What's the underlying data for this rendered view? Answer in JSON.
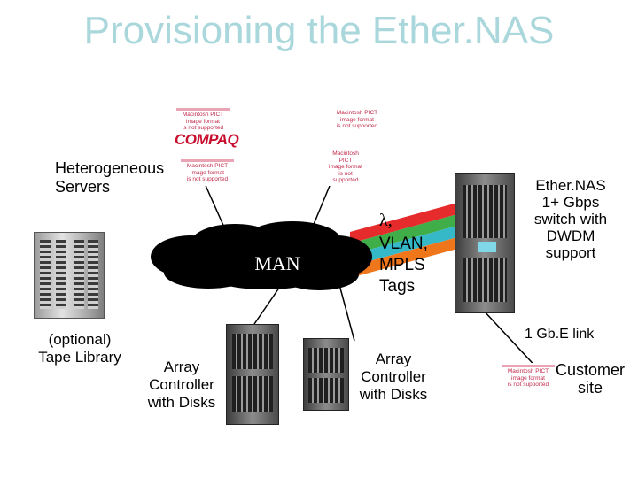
{
  "title": "Provisioning the Ether.NAS",
  "labels": {
    "servers": "Heterogeneous\nServers",
    "man": "MAN",
    "lambda": "λ,",
    "tags": "VLAN,\nMPLS\nTags",
    "ethernas": "Ether.NAS\n1+ Gbps\nswitch with\nDWDM\nsupport",
    "gbe_link": "1 Gb.E link",
    "tape": "(optional)\nTape Library",
    "array1": "Array\nController\nwith Disks",
    "array2": "Array\nController\nwith Disks",
    "customer": "Customer\nsite"
  },
  "pict": {
    "line1": "Macintosh PICT",
    "line2": "image format",
    "line3": "is not supported"
  },
  "logo": "COMPAQ",
  "tag_colors": [
    "#e52b2b",
    "#3fae48",
    "#35b9c9",
    "#f0761b"
  ]
}
